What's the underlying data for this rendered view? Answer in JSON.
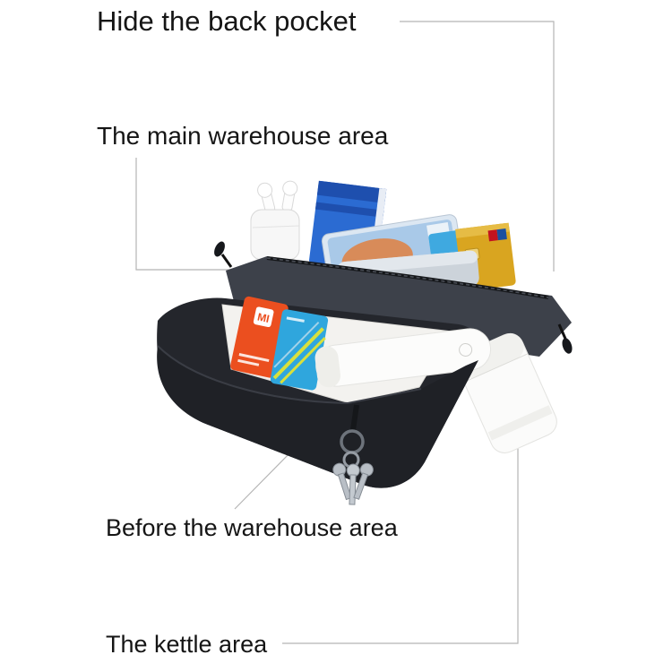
{
  "annotations": {
    "back_pocket": "Hide the back pocket",
    "main_warehouse": "The main warehouse area",
    "front_warehouse": "Before the warehouse area",
    "kettle": "The kettle area"
  },
  "illustration": {
    "mi_logo": "MI",
    "objects": [
      "wireless earbuds",
      "blue book",
      "smartphone",
      "power bank",
      "blue card",
      "gold bank card",
      "mi card",
      "transit card",
      "white tube",
      "white kettle",
      "keys on carabiner"
    ],
    "colors": {
      "bag_body": "#24262c",
      "bag_rim": "#1f2126",
      "back_compartment": "#3d414a",
      "pocket_lining": "#f3f2ef",
      "mi_card": "#eb4f1f",
      "transit_card": "#2fa6dd",
      "gold_card": "#d9a520",
      "book_blue": "#2b6bd2",
      "leader_line": "#b5b5b5"
    }
  }
}
